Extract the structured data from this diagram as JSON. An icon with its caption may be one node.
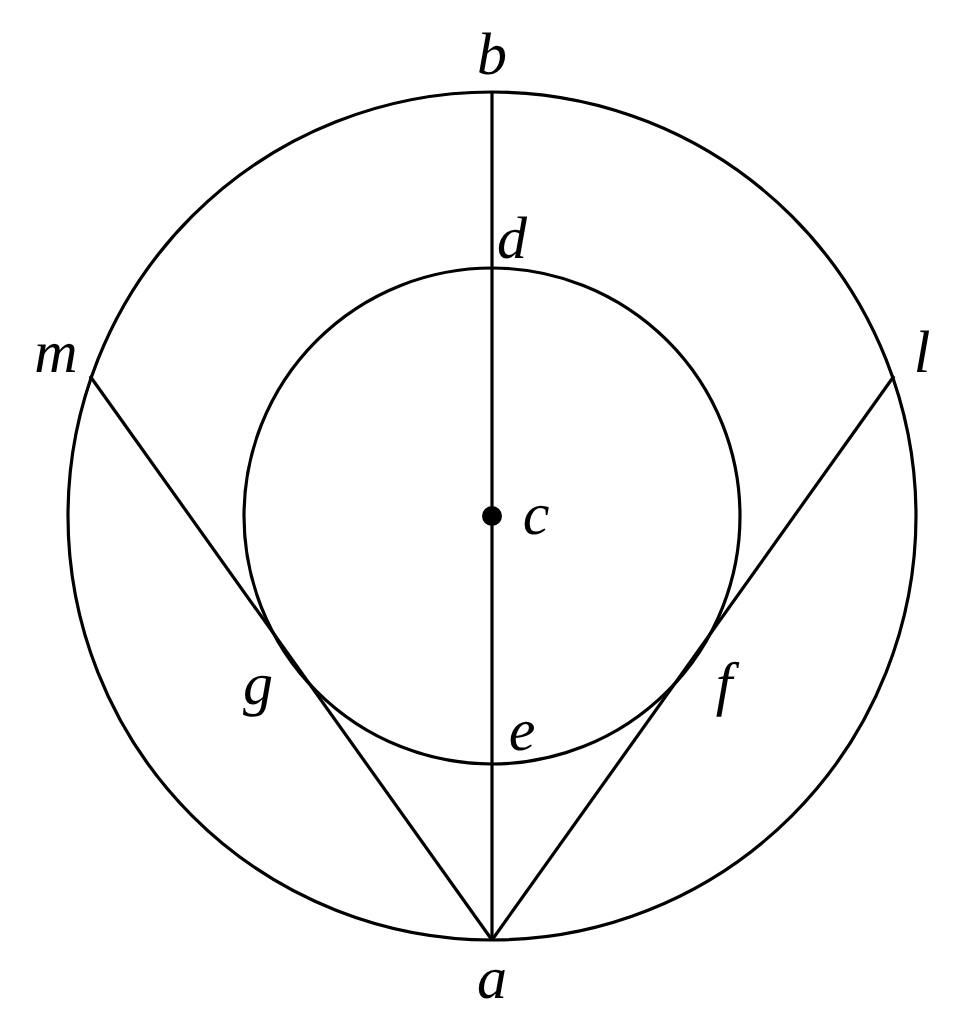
{
  "diagram": {
    "labels": [
      "b",
      "d",
      "m",
      "l",
      "c",
      "g",
      "f",
      "e",
      "a"
    ]
  }
}
